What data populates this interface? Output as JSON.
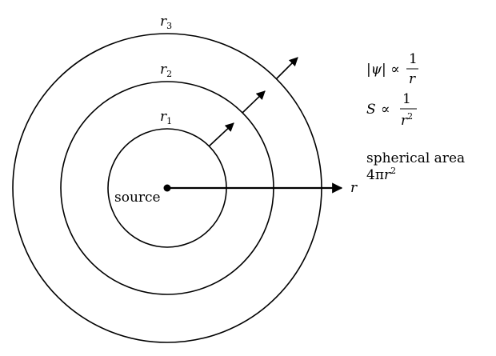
{
  "diagram": {
    "rings": [
      {
        "label": "r",
        "sub": "1"
      },
      {
        "label": "r",
        "sub": "2"
      },
      {
        "label": "r",
        "sub": "3"
      }
    ],
    "source_label": "source",
    "axis_label": "r",
    "formulas": {
      "amplitude_lhs": "|ψ| ∝",
      "amplitude_num": "1",
      "amplitude_den": "r",
      "intensity_lhs": "S",
      "intensity_prop": "∝",
      "intensity_num": "1",
      "intensity_den_base": "r",
      "intensity_den_exp": "2"
    },
    "area_text": "spherical area",
    "area_formula_prefix": "4π",
    "area_formula_var": "r",
    "area_formula_exp": "2"
  }
}
